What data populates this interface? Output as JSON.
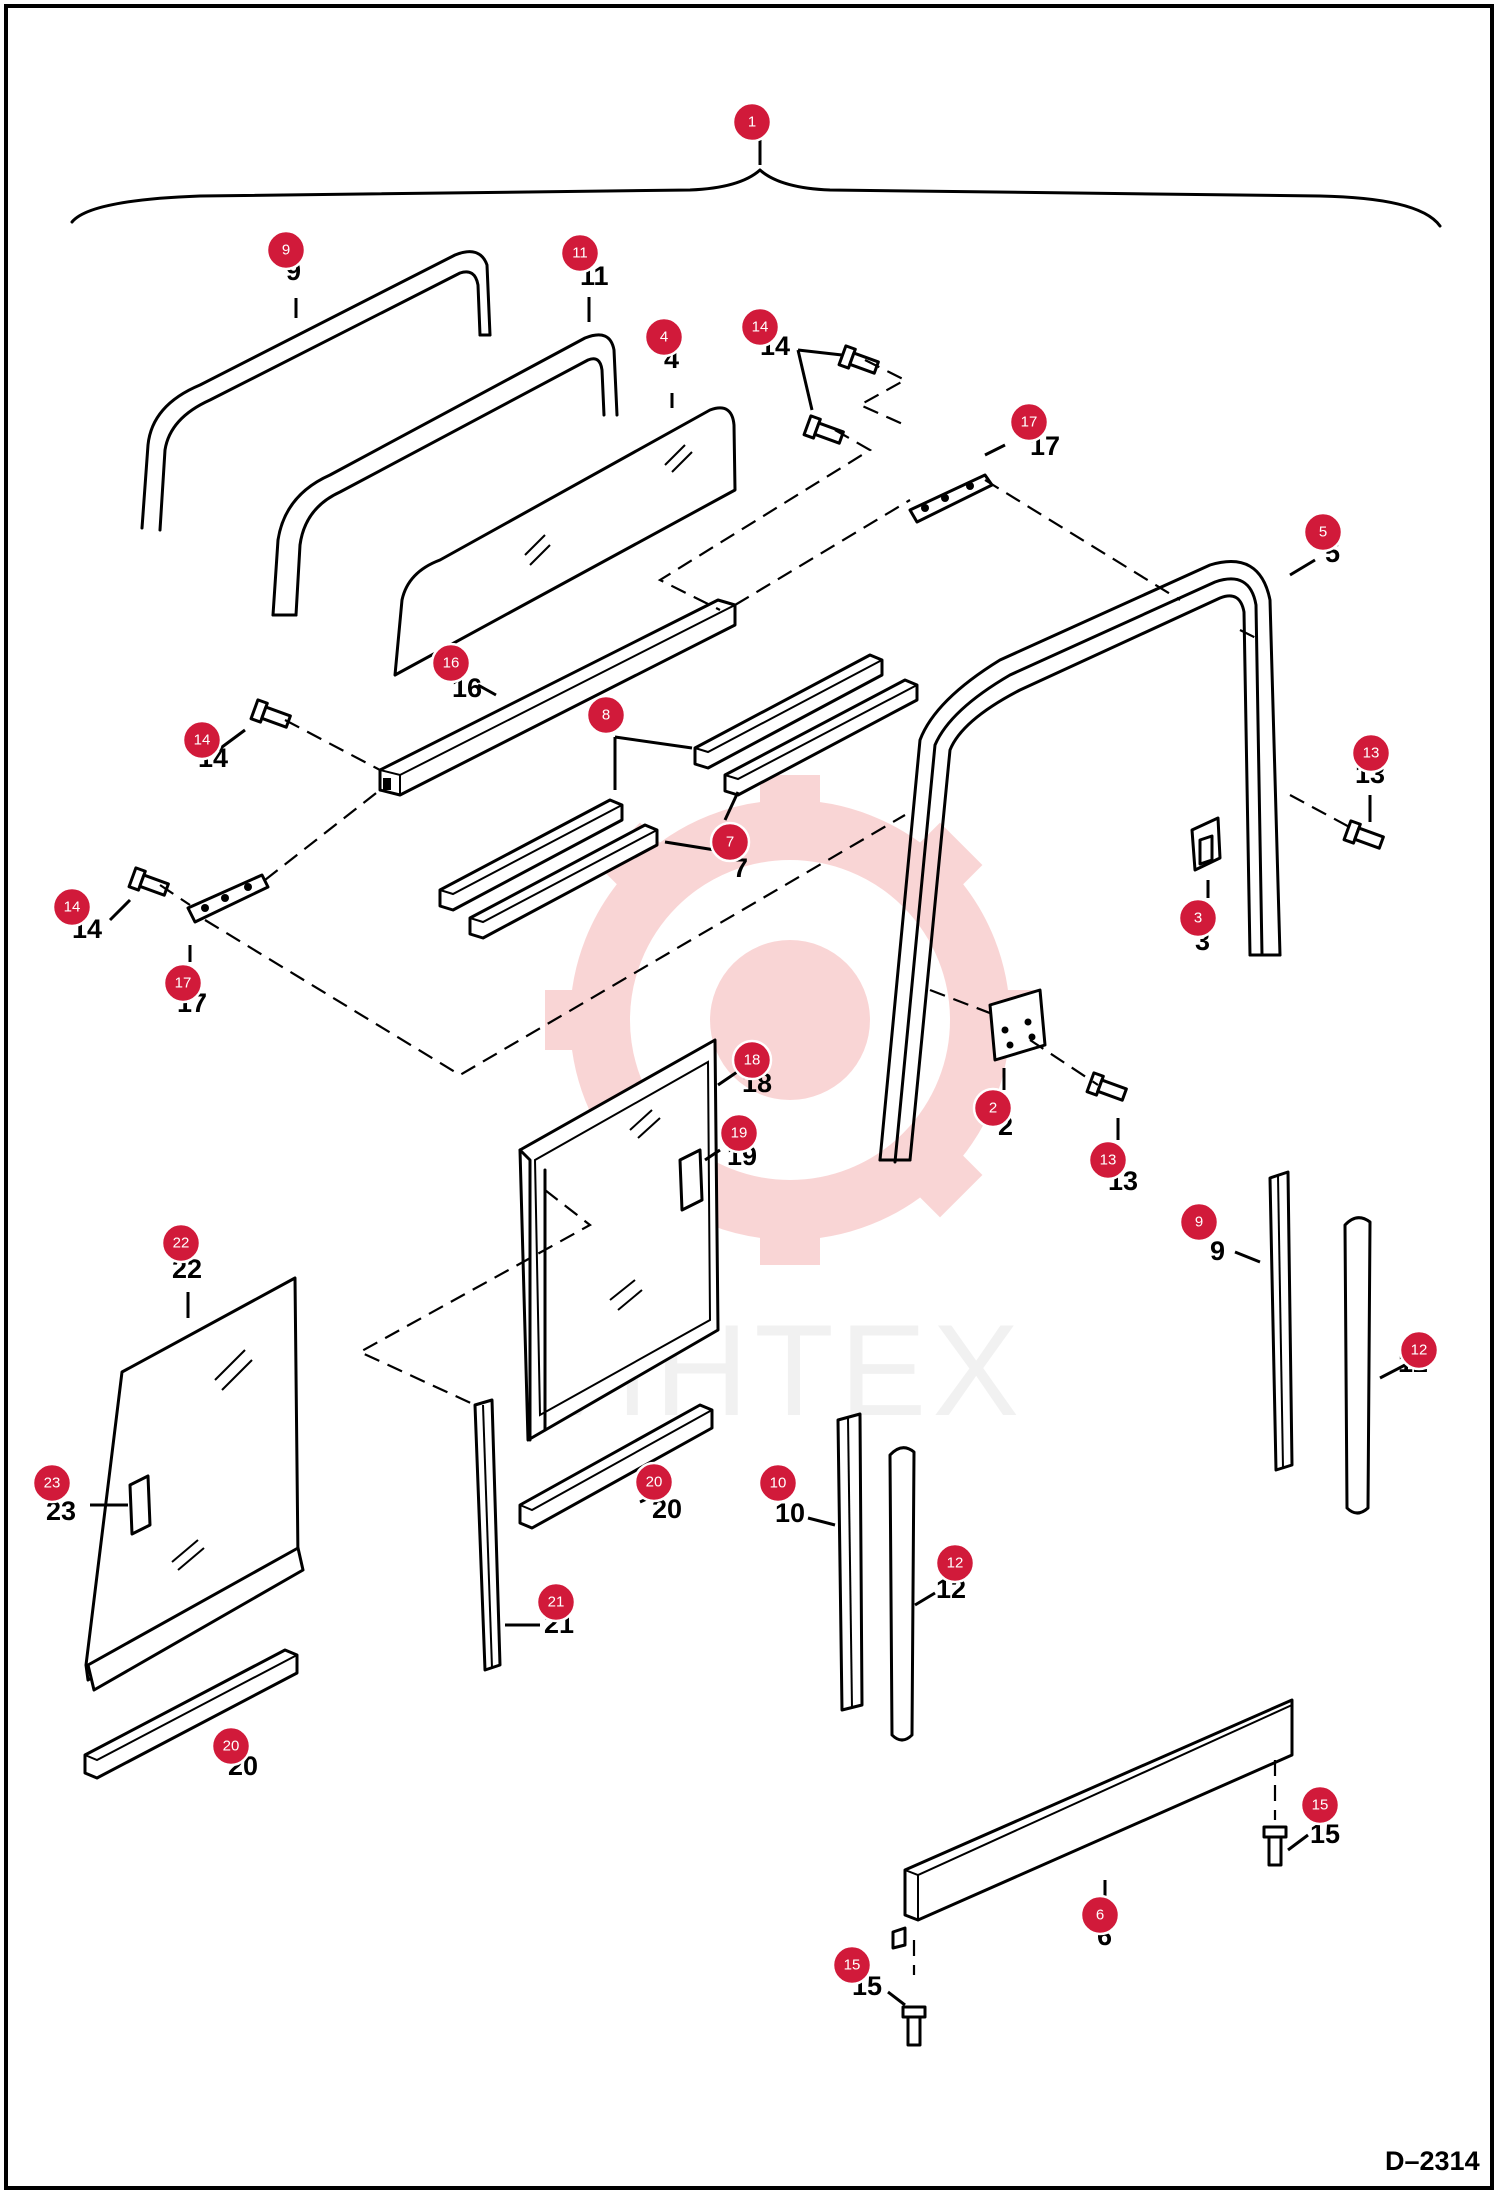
{
  "diagram": {
    "drawing_code": "D–2314",
    "watermark_text": "ИНТЕХ",
    "badge_color": "#d11a3a",
    "callouts": [
      {
        "number": "1"
      },
      {
        "number": "9"
      },
      {
        "number": "11"
      },
      {
        "number": "4"
      },
      {
        "number": "14"
      },
      {
        "number": "17"
      },
      {
        "number": "5"
      },
      {
        "number": "16"
      },
      {
        "number": "14"
      },
      {
        "number": "8"
      },
      {
        "number": "13"
      },
      {
        "number": "7"
      },
      {
        "number": "14"
      },
      {
        "number": "3"
      },
      {
        "number": "17"
      },
      {
        "number": "18"
      },
      {
        "number": "2"
      },
      {
        "number": "19"
      },
      {
        "number": "13"
      },
      {
        "number": "9"
      },
      {
        "number": "22"
      },
      {
        "number": "12"
      },
      {
        "number": "23"
      },
      {
        "number": "20"
      },
      {
        "number": "10"
      },
      {
        "number": "12"
      },
      {
        "number": "21"
      },
      {
        "number": "20"
      },
      {
        "number": "15"
      },
      {
        "number": "6"
      },
      {
        "number": "15"
      }
    ]
  }
}
